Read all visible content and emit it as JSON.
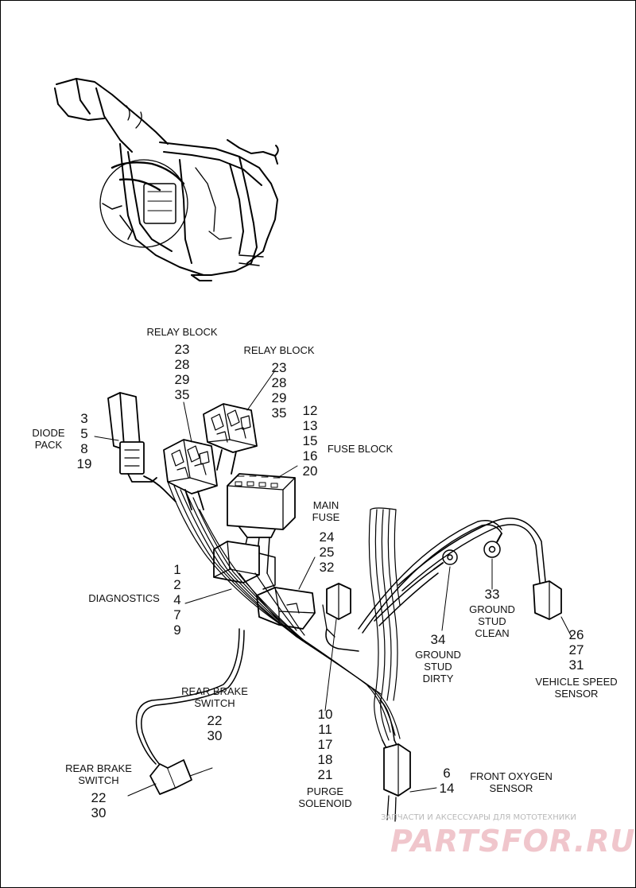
{
  "labels": {
    "relay_block_left": {
      "caption": "RELAY BLOCK",
      "numbers": [
        "23",
        "28",
        "29",
        "35"
      ]
    },
    "relay_block_right": {
      "caption": "RELAY BLOCK",
      "numbers": [
        "23",
        "28",
        "29",
        "35"
      ]
    },
    "diode_pack": {
      "caption": [
        "DIODE",
        "PACK"
      ],
      "numbers": [
        "3",
        "5",
        "8",
        "19"
      ]
    },
    "fuse_block": {
      "caption": "FUSE BLOCK",
      "numbers": [
        "12",
        "13",
        "15",
        "16",
        "20"
      ]
    },
    "main_fuse": {
      "caption": [
        "MAIN",
        "FUSE"
      ],
      "numbers": [
        "24",
        "25",
        "32"
      ]
    },
    "diagnostics": {
      "caption": "DIAGNOSTICS",
      "numbers": [
        "1",
        "2",
        "4",
        "7",
        "9"
      ]
    },
    "ground_stud_clean": {
      "number": "33",
      "caption": [
        "GROUND",
        "STUD",
        "CLEAN"
      ]
    },
    "ground_stud_dirty": {
      "number": "34",
      "caption": [
        "GROUND",
        "STUD",
        "DIRTY"
      ]
    },
    "vehicle_speed_sensor": {
      "numbers": [
        "26",
        "27",
        "31"
      ],
      "caption": [
        "VEHICLE SPEED",
        "SENSOR"
      ]
    },
    "rear_brake_switch_upper": {
      "caption": [
        "REAR BRAKE",
        "SWITCH"
      ],
      "numbers": [
        "22",
        "30"
      ]
    },
    "rear_brake_switch_lower": {
      "caption": [
        "REAR BRAKE",
        "SWITCH"
      ],
      "numbers": [
        "22",
        "30"
      ]
    },
    "purge_solenoid": {
      "numbers": [
        "10",
        "11",
        "17",
        "18",
        "21"
      ],
      "caption": [
        "PURGE",
        "SOLENOID"
      ]
    },
    "front_oxygen_sensor": {
      "numbers": [
        "6",
        "14"
      ],
      "caption": [
        "FRONT OXYGEN",
        "SENSOR"
      ]
    }
  },
  "watermark": {
    "tagline": "ЗАПЧАСТИ И АКСЕССУАРЫ ДЛЯ МОТОТЕХНИКИ",
    "logo": "PARTSFOR.RU"
  }
}
